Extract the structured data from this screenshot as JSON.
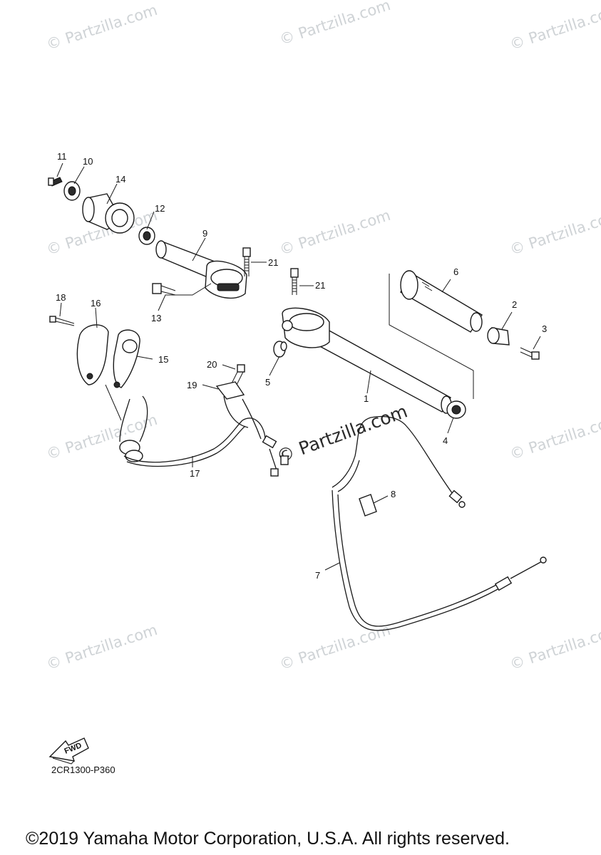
{
  "watermark": {
    "text": "© Partzilla.com"
  },
  "callouts": [
    "1",
    "2",
    "3",
    "4",
    "5",
    "6",
    "7",
    "8",
    "9",
    "10",
    "11",
    "12",
    "13",
    "14",
    "15",
    "16",
    "17",
    "18",
    "19",
    "20",
    "21",
    "21"
  ],
  "fwd_label": "FWD",
  "diagram_code": "2CR1300-P360",
  "copyright": "©2019 Yamaha Motor Corporation, U.S.A. All rights reserved."
}
